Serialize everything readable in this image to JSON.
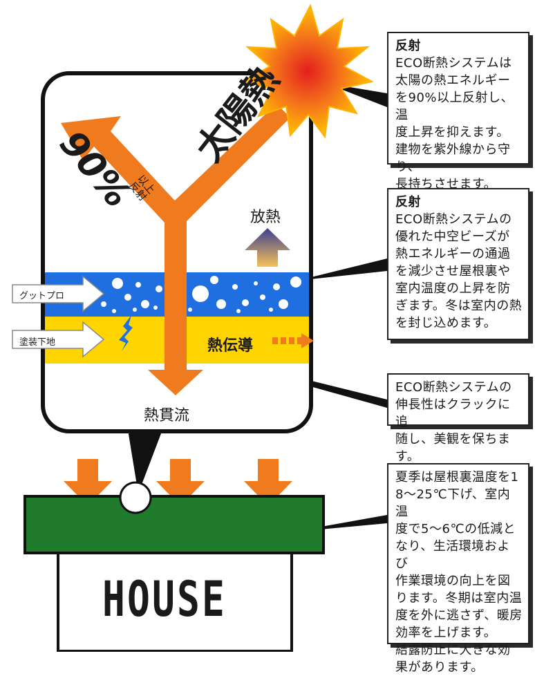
{
  "diagram": {
    "labels": {
      "taiyonetsu": "太陽熱",
      "percent": "90%",
      "ijo_hansha": "以上\n反射",
      "housoku": "放熱",
      "netsu_dendo": "熱伝導",
      "netsu_kanryu": "熱貫流",
      "gut_pro": "グットプロ",
      "tosou_shitaji": "塗装下地",
      "house": "HOUSE"
    },
    "callouts": [
      {
        "title": "反射",
        "text": "ECO断熱システムは\n太陽の熱エネルギー\nを90%以上反射し、温\n度上昇を抑えます。\n建物を紫外線から守り、\n長持ちさせます。"
      },
      {
        "title": "反射",
        "text": "ECO断熱システムの\n優れた中空ビーズが\n熱エネルギーの通過\nを減少させ屋根裏や\n室内温度の上昇を防\nぎます。冬は室内の熱\nを封じ込めます。"
      },
      {
        "title": "",
        "text": "ECO断熱システムの\n伸長性はクラックに追\n随し、美観を保ちます。"
      },
      {
        "title": "",
        "text": "夏季は屋根裏温度を1\n8〜25℃下げ、室内温\n度で5〜6℃の低減と\nなり、生活環境および\n作業環境の向上を図\nります。冬期は室内温\n度を外に逃さず、暖房\n効率を上げます。\n結露防止に大きな効\n果があります。"
      }
    ],
    "colors": {
      "arrow_orange": "#F07A1E",
      "blue_layer": "#1F6FE0",
      "yellow_layer": "#FFD500",
      "roof_green": "#1F7A2C",
      "sun_outer": "#FFB800",
      "sun_core": "#E41F1F"
    }
  }
}
